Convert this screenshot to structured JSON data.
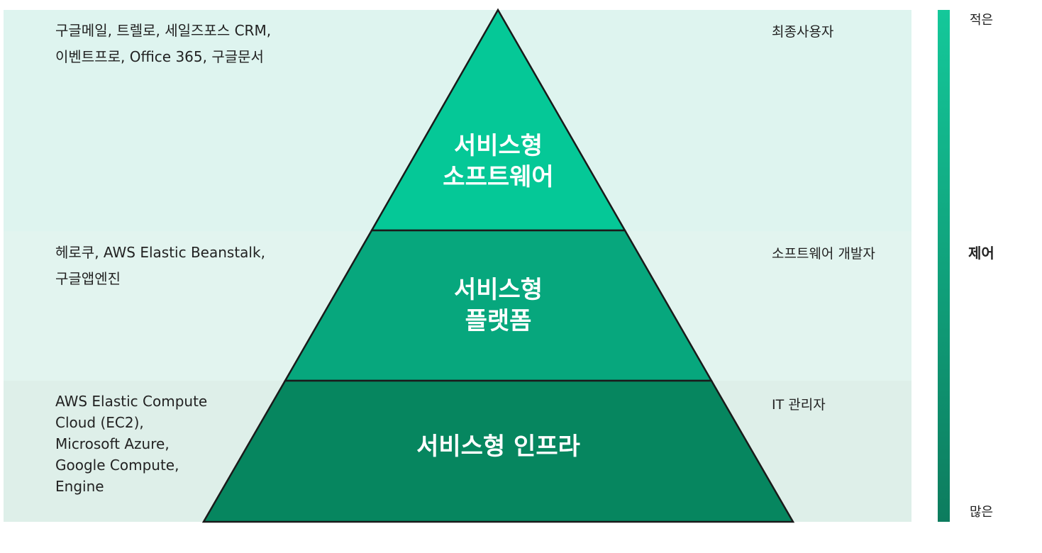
{
  "layers": [
    {
      "id": "saas",
      "title_lines": [
        "서비스형",
        "소프트웨어"
      ],
      "examples": [
        "구글메일, 트렐로, 세일즈포스 CRM,",
        "이벤트프로, Office 365, 구글문서"
      ],
      "role": "최종사용자",
      "color": "#05c897",
      "band_color": "#def4ef"
    },
    {
      "id": "paas",
      "title_lines": [
        "서비스형",
        "플랫폼"
      ],
      "examples": [
        "헤로쿠, AWS Elastic Beanstalk,",
        "구글앱엔진"
      ],
      "role": "소프트웨어 개발자",
      "color": "#07a77d",
      "band_color": "#e2f4ef"
    },
    {
      "id": "iaas",
      "title_lines": [
        "서비스형 인프라"
      ],
      "examples": [
        "AWS Elastic Compute",
        "Cloud (EC2),",
        "Microsoft Azure,",
        "Google Compute,",
        "Engine"
      ],
      "role": "IT 관리자",
      "color": "#06865f",
      "band_color": "#deefe9"
    }
  ],
  "control_scale": {
    "title": "제어",
    "top_label": "적은",
    "bottom_label": "많은",
    "gradient_top": "#14c89a",
    "gradient_bottom": "#0d7c5e"
  },
  "outline_color": "#1a1a1a"
}
